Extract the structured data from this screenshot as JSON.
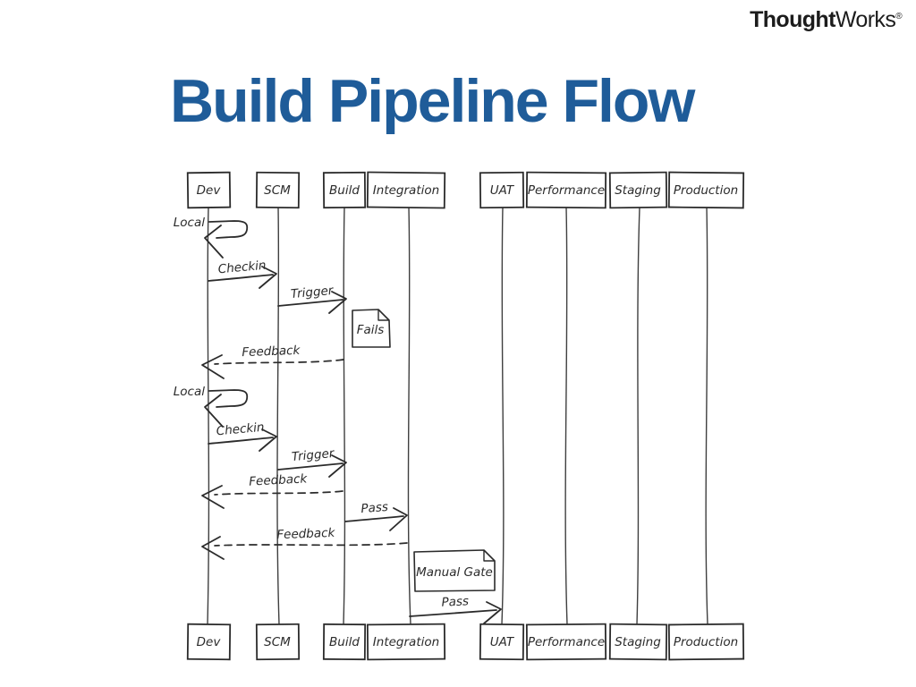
{
  "slide": {
    "title": "Build Pipeline Flow"
  },
  "logo": {
    "bold": "Thought",
    "light": "Works",
    "mark": "®"
  },
  "colors": {
    "title_blue": "#1f5c99",
    "ink": "#2b2b2b"
  },
  "diagram": {
    "type": "sequence-diagram",
    "lanes": [
      {
        "label": "Dev"
      },
      {
        "label": "SCM"
      },
      {
        "label": "Build"
      },
      {
        "label": "Integration"
      },
      {
        "label": "UAT"
      },
      {
        "label": "Performance"
      },
      {
        "label": "Staging"
      },
      {
        "label": "Production"
      }
    ],
    "messages": [
      {
        "label": "Local",
        "from": "Dev",
        "to": "Dev",
        "style": "self-loop"
      },
      {
        "label": "Checkin",
        "from": "Dev",
        "to": "SCM",
        "style": "solid"
      },
      {
        "label": "Trigger",
        "from": "SCM",
        "to": "Build",
        "style": "solid"
      },
      {
        "label": "Feedback",
        "from": "Build",
        "to": "Dev",
        "style": "dashed"
      },
      {
        "label": "Local",
        "from": "Dev",
        "to": "Dev",
        "style": "self-loop"
      },
      {
        "label": "Checkin",
        "from": "Dev",
        "to": "SCM",
        "style": "solid"
      },
      {
        "label": "Trigger",
        "from": "SCM",
        "to": "Build",
        "style": "solid"
      },
      {
        "label": "Feedback",
        "from": "Build",
        "to": "Dev",
        "style": "dashed"
      },
      {
        "label": "Pass",
        "from": "Build",
        "to": "Integration",
        "style": "solid"
      },
      {
        "label": "Feedback",
        "from": "Integration",
        "to": "Dev",
        "style": "dashed"
      },
      {
        "label": "Pass",
        "from": "Integration",
        "to": "UAT",
        "style": "solid"
      }
    ],
    "notes": [
      {
        "label": "Fails",
        "attached_to": "Build"
      },
      {
        "label": "Manual Gate",
        "attached_to": "Integration-UAT"
      }
    ]
  }
}
